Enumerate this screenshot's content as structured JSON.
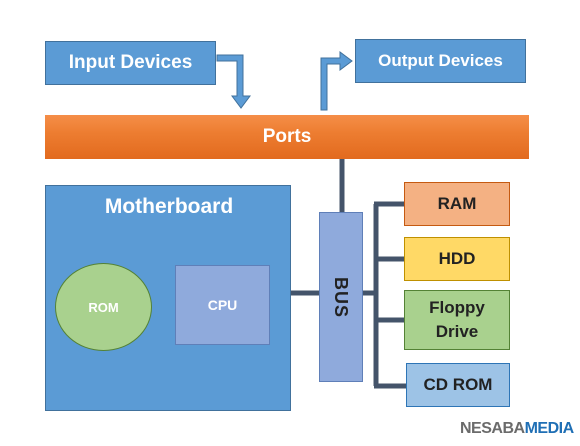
{
  "diagram": {
    "input_devices": "Input Devices",
    "output_devices": "Output Devices",
    "ports": "Ports",
    "motherboard": "Motherboard",
    "rom": "ROM",
    "cpu": "CPU",
    "bus": "BUS",
    "ram": "RAM",
    "hdd": "HDD",
    "floppy_drive": "Floppy Drive",
    "cd_rom": "CD ROM"
  },
  "watermark": {
    "part1": "NESABA",
    "part2": "MEDIA"
  },
  "colors": {
    "blue": "#5b9bd5",
    "orange": "#ed7d31",
    "light_blue": "#8faadc",
    "green": "#a9d18e",
    "salmon": "#f4b183",
    "yellow": "#ffd966",
    "sky": "#9dc3e6",
    "connector": "#44546a"
  }
}
